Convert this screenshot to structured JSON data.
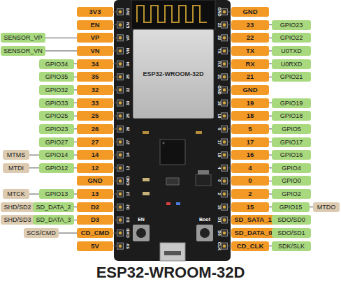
{
  "diagram": {
    "title": "ESP32-WROOM-32D",
    "nodes": [
      {
        "text": [
          "3V3"
        ]
      },
      {
        "text": [
          "GND"
        ]
      },
      {
        "text": [
          "EN"
        ]
      },
      {
        "text": [
          "23"
        ]
      },
      {
        "text": [
          "GPIO23"
        ]
      },
      {
        "text": [
          "SENSOR_VP"
        ]
      },
      {
        "text": [
          "VP"
        ]
      },
      {
        "text": [
          "22"
        ]
      },
      {
        "text": [
          "GPIO22"
        ]
      },
      {
        "text": [
          "SENSOR_VN"
        ]
      },
      {
        "text": [
          "VN"
        ]
      },
      {
        "text": [
          "TX"
        ]
      },
      {
        "text": [
          "U0TXD"
        ]
      },
      {
        "text": [
          "GPIO34"
        ]
      },
      {
        "text": [
          "34"
        ]
      },
      {
        "text": [
          "RX"
        ]
      },
      {
        "text": [
          "U0RXD"
        ]
      },
      {
        "text": [
          "GPIO35"
        ]
      },
      {
        "text": [
          "35"
        ]
      },
      {
        "text": [
          "21"
        ]
      },
      {
        "text": [
          "GPIO21"
        ]
      },
      {
        "text": [
          "GPIO32"
        ]
      },
      {
        "text": [
          "32"
        ]
      },
      {
        "text": [
          "GND"
        ]
      },
      {
        "text": [
          "GPIO33"
        ]
      },
      {
        "text": [
          "33"
        ]
      },
      {
        "text": [
          "19"
        ]
      },
      {
        "text": [
          "GPIO19"
        ]
      },
      {
        "text": [
          "GPIO25"
        ]
      },
      {
        "text": [
          "25"
        ]
      },
      {
        "text": [
          "18"
        ]
      },
      {
        "text": [
          "GPIO18"
        ]
      },
      {
        "text": [
          "GPIO23"
        ]
      },
      {
        "text": [
          "26"
        ]
      },
      {
        "text": [
          "5"
        ]
      },
      {
        "text": [
          "GPIO5"
        ]
      },
      {
        "text": [
          "GPIO27"
        ]
      },
      {
        "text": [
          "27"
        ]
      },
      {
        "text": [
          "17"
        ]
      },
      {
        "text": [
          "GPIO17"
        ]
      },
      {
        "text": [
          "MTMS"
        ]
      },
      {
        "text": [
          "GPIO14"
        ]
      },
      {
        "text": [
          "14"
        ]
      },
      {
        "text": [
          "16"
        ]
      },
      {
        "text": [
          "GPIO16"
        ]
      },
      {
        "text": [
          "MTDI"
        ]
      },
      {
        "text": [
          "GPIO12"
        ]
      },
      {
        "text": [
          "12"
        ]
      },
      {
        "text": [
          "4"
        ]
      },
      {
        "text": [
          "GPIO4"
        ]
      },
      {
        "text": [
          "GND"
        ]
      },
      {
        "text": [
          "0"
        ]
      },
      {
        "text": [
          "GPIO0"
        ]
      },
      {
        "text": [
          "MTCK"
        ]
      },
      {
        "text": [
          "GPIO13"
        ]
      },
      {
        "text": [
          "13"
        ]
      },
      {
        "text": [
          "2"
        ]
      },
      {
        "text": [
          "GPIO2"
        ]
      },
      {
        "text": [
          "SHD/SD2"
        ]
      },
      {
        "text": [
          "SD_DATA_2"
        ]
      },
      {
        "text": [
          "D2"
        ]
      },
      {
        "text": [
          "15"
        ]
      },
      {
        "text": [
          "GPIO15"
        ]
      },
      {
        "text": [
          "MTDO"
        ]
      },
      {
        "text": [
          "SHD/SD3"
        ]
      },
      {
        "text": [
          "SD_DATA_3"
        ]
      },
      {
        "text": [
          "D3"
        ]
      },
      {
        "text": [
          "SD_SATA_1"
        ]
      },
      {
        "text": [
          "SDO/SD0"
        ]
      },
      {
        "text": [
          "SCS/CMD"
        ]
      },
      {
        "text": [
          "CD_CMD"
        ]
      },
      {
        "text": [
          "SD_DATA_0"
        ]
      },
      {
        "text": [
          "SDO/SD1"
        ]
      },
      {
        "text": [
          "5V"
        ]
      },
      {
        "text": [
          "CD_CLK"
        ]
      },
      {
        "text": [
          "SDK/SLK"
        ]
      },
      {
        "text": [
          "ESP32-WROOM-32D"
        ]
      }
    ],
    "edges": [
      {
        "from": 3,
        "to": 4,
        "arrow": "none"
      },
      {
        "from": 5,
        "to": 6,
        "arrow": "none"
      },
      {
        "from": 7,
        "to": 8,
        "arrow": "none"
      },
      {
        "from": 9,
        "to": 10,
        "arrow": "none"
      },
      {
        "from": 11,
        "to": 12,
        "arrow": "none"
      },
      {
        "from": 13,
        "to": 14,
        "arrow": "none"
      },
      {
        "from": 15,
        "to": 16,
        "arrow": "none"
      },
      {
        "from": 17,
        "to": 18,
        "arrow": "none"
      },
      {
        "from": 19,
        "to": 20,
        "arrow": "none"
      },
      {
        "from": 21,
        "to": 22,
        "arrow": "none"
      },
      {
        "from": 24,
        "to": 25,
        "arrow": "none"
      },
      {
        "from": 26,
        "to": 27,
        "arrow": "none"
      },
      {
        "from": 28,
        "to": 29,
        "arrow": "none"
      },
      {
        "from": 30,
        "to": 31,
        "arrow": "none"
      },
      {
        "from": 32,
        "to": 33,
        "arrow": "none"
      },
      {
        "from": 34,
        "to": 35,
        "arrow": "none"
      },
      {
        "from": 36,
        "to": 37,
        "arrow": "none"
      },
      {
        "from": 38,
        "to": 39,
        "arrow": "none"
      },
      {
        "from": 40,
        "to": 41,
        "arrow": "none"
      },
      {
        "from": 41,
        "to": 42,
        "arrow": "none"
      },
      {
        "from": 43,
        "to": 44,
        "arrow": "none"
      },
      {
        "from": 45,
        "to": 46,
        "arrow": "none"
      },
      {
        "from": 46,
        "to": 47,
        "arrow": "none"
      },
      {
        "from": 48,
        "to": 49,
        "arrow": "none"
      },
      {
        "from": 51,
        "to": 52,
        "arrow": "none"
      },
      {
        "from": 53,
        "to": 54,
        "arrow": "none"
      },
      {
        "from": 54,
        "to": 55,
        "arrow": "none"
      },
      {
        "from": 56,
        "to": 57,
        "arrow": "none"
      },
      {
        "from": 58,
        "to": 59,
        "arrow": "none"
      },
      {
        "from": 59,
        "to": 60,
        "arrow": "none"
      },
      {
        "from": 61,
        "to": 62,
        "arrow": "none"
      },
      {
        "from": 62,
        "to": 63,
        "arrow": "none"
      },
      {
        "from": 64,
        "to": 65,
        "arrow": "none"
      },
      {
        "from": 65,
        "to": 66,
        "arrow": "none"
      },
      {
        "from": 67,
        "to": 68,
        "arrow": "none"
      },
      {
        "from": 69,
        "to": 70,
        "arrow": "none"
      },
      {
        "from": 71,
        "to": 72,
        "arrow": "none"
      },
      {
        "from": 74,
        "to": 75,
        "arrow": "none"
      }
    ],
    "labels": [
      "3V3",
      "EN",
      "VP",
      "VN",
      "34",
      "35",
      "32",
      "33",
      "25",
      "26",
      "27",
      "14",
      "12",
      "GND",
      "13",
      "D2",
      "D3",
      "CMD",
      "5V",
      "GND",
      "23",
      "22",
      "TX",
      "RX",
      "21",
      "GND",
      "19",
      "18",
      "5",
      "17",
      "16",
      "4",
      "0",
      "2",
      "15",
      "D1",
      "D0",
      "CLK",
      "EN",
      "Boot"
    ]
  }
}
